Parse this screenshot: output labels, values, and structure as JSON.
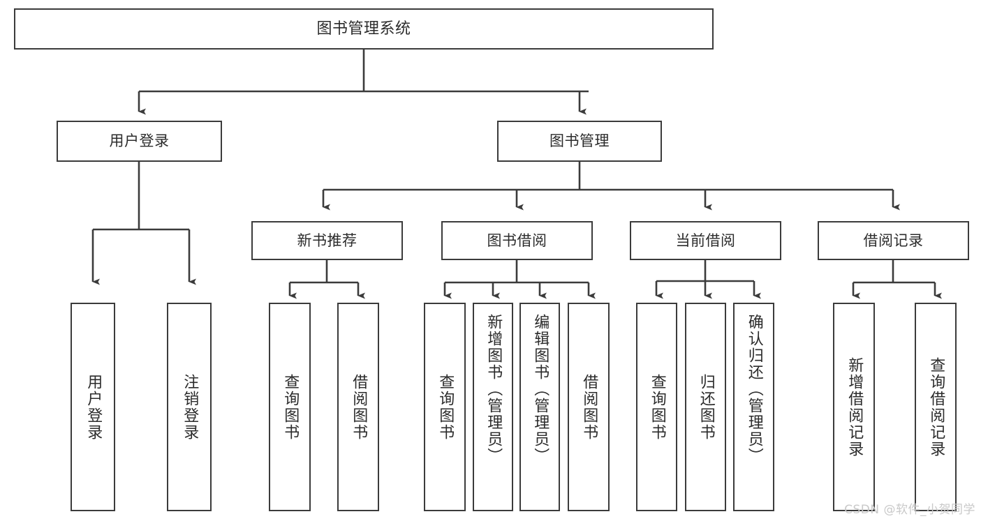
{
  "diagram": {
    "title": "图书管理系统",
    "type": "tree",
    "watermark": "CSDN @软件_小贺同学",
    "colors": {
      "stroke": "#3b3b3b",
      "fill": "#ffffff",
      "text": "#2b2b2b",
      "watermark": "#c9c9c9",
      "background": "#ffffff"
    },
    "nodes": {
      "root": {
        "label": "图书管理系统"
      },
      "level1": [
        {
          "label": "用户登录"
        },
        {
          "label": "图书管理"
        }
      ],
      "level2": [
        {
          "label": "新书推荐"
        },
        {
          "label": "图书借阅"
        },
        {
          "label": "当前借阅"
        },
        {
          "label": "借阅记录"
        }
      ],
      "leaves": {
        "user_login": [
          {
            "label": "用户登录"
          },
          {
            "label": "注销登录"
          }
        ],
        "new_book": [
          {
            "label": "查询图书"
          },
          {
            "label": "借阅图书"
          }
        ],
        "book_borrow": [
          {
            "label": "查询图书"
          },
          {
            "label": "新增图书（管理员）"
          },
          {
            "label": "编辑图书（管理员）"
          },
          {
            "label": "借阅图书"
          }
        ],
        "current_borrow": [
          {
            "label": "查询图书"
          },
          {
            "label": "归还图书"
          },
          {
            "label": "确认归还（管理员）"
          }
        ],
        "borrow_record": [
          {
            "label": "新增借阅记录"
          },
          {
            "label": "查询借阅记录"
          }
        ]
      }
    }
  }
}
